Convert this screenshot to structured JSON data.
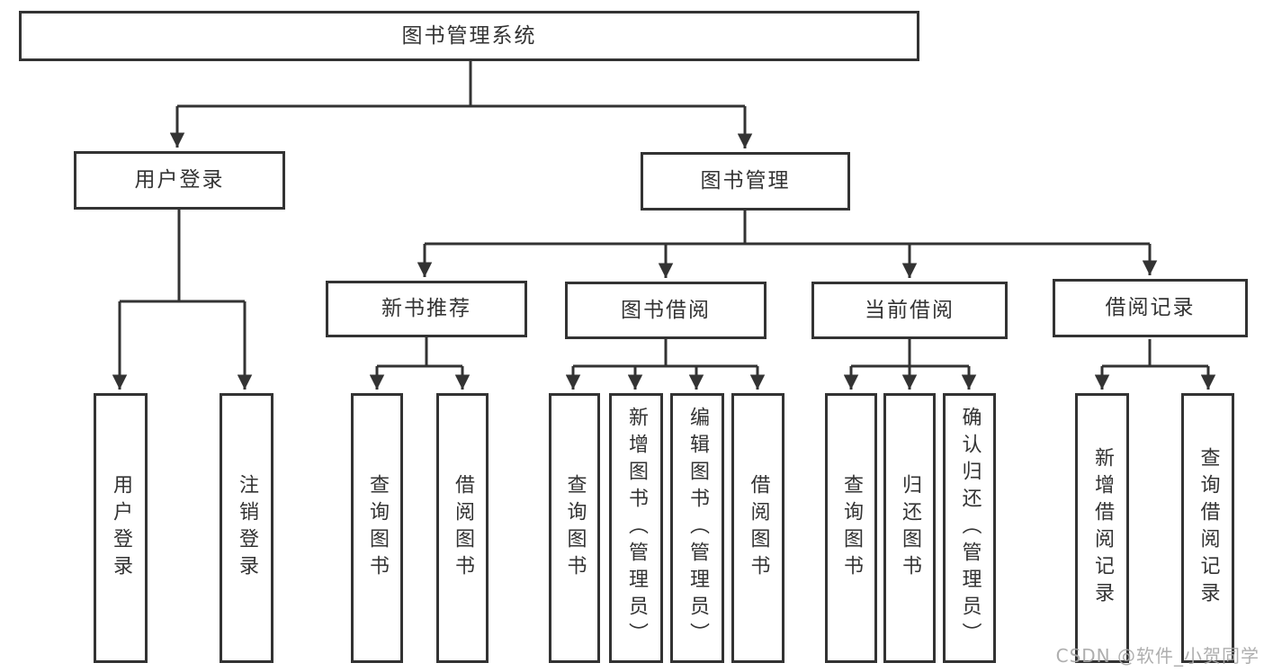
{
  "colors": {
    "line": "#333333",
    "text": "#333333",
    "box_background": "#ffffff",
    "watermark": "#a8a8a8"
  },
  "tree": {
    "root": {
      "label": "图书管理系统"
    },
    "level2": [
      {
        "label": "用户登录"
      },
      {
        "label": "图书管理"
      }
    ],
    "level3": [
      {
        "label": "新书推荐",
        "parent": "图书管理"
      },
      {
        "label": "图书借阅",
        "parent": "图书管理"
      },
      {
        "label": "当前借阅",
        "parent": "图书管理"
      },
      {
        "label": "借阅记录",
        "parent": "图书管理"
      }
    ],
    "leaves": [
      {
        "label": "用户登录",
        "parent": "用户登录"
      },
      {
        "label": "注销登录",
        "parent": "用户登录"
      },
      {
        "label": "查询图书",
        "parent": "新书推荐"
      },
      {
        "label": "借阅图书",
        "parent": "新书推荐"
      },
      {
        "label": "查询图书",
        "parent": "图书借阅"
      },
      {
        "label": "新增图书（管理员）",
        "parent": "图书借阅"
      },
      {
        "label": "编辑图书（管理员）",
        "parent": "图书借阅"
      },
      {
        "label": "借阅图书",
        "parent": "图书借阅"
      },
      {
        "label": "查询图书",
        "parent": "当前借阅"
      },
      {
        "label": "归还图书",
        "parent": "当前借阅"
      },
      {
        "label": "确认归还（管理员）",
        "parent": "当前借阅"
      },
      {
        "label": "新增借阅记录",
        "parent": "借阅记录"
      },
      {
        "label": "查询借阅记录",
        "parent": "借阅记录"
      }
    ]
  },
  "watermark": {
    "text": "CSDN @软件_小贺同学"
  }
}
